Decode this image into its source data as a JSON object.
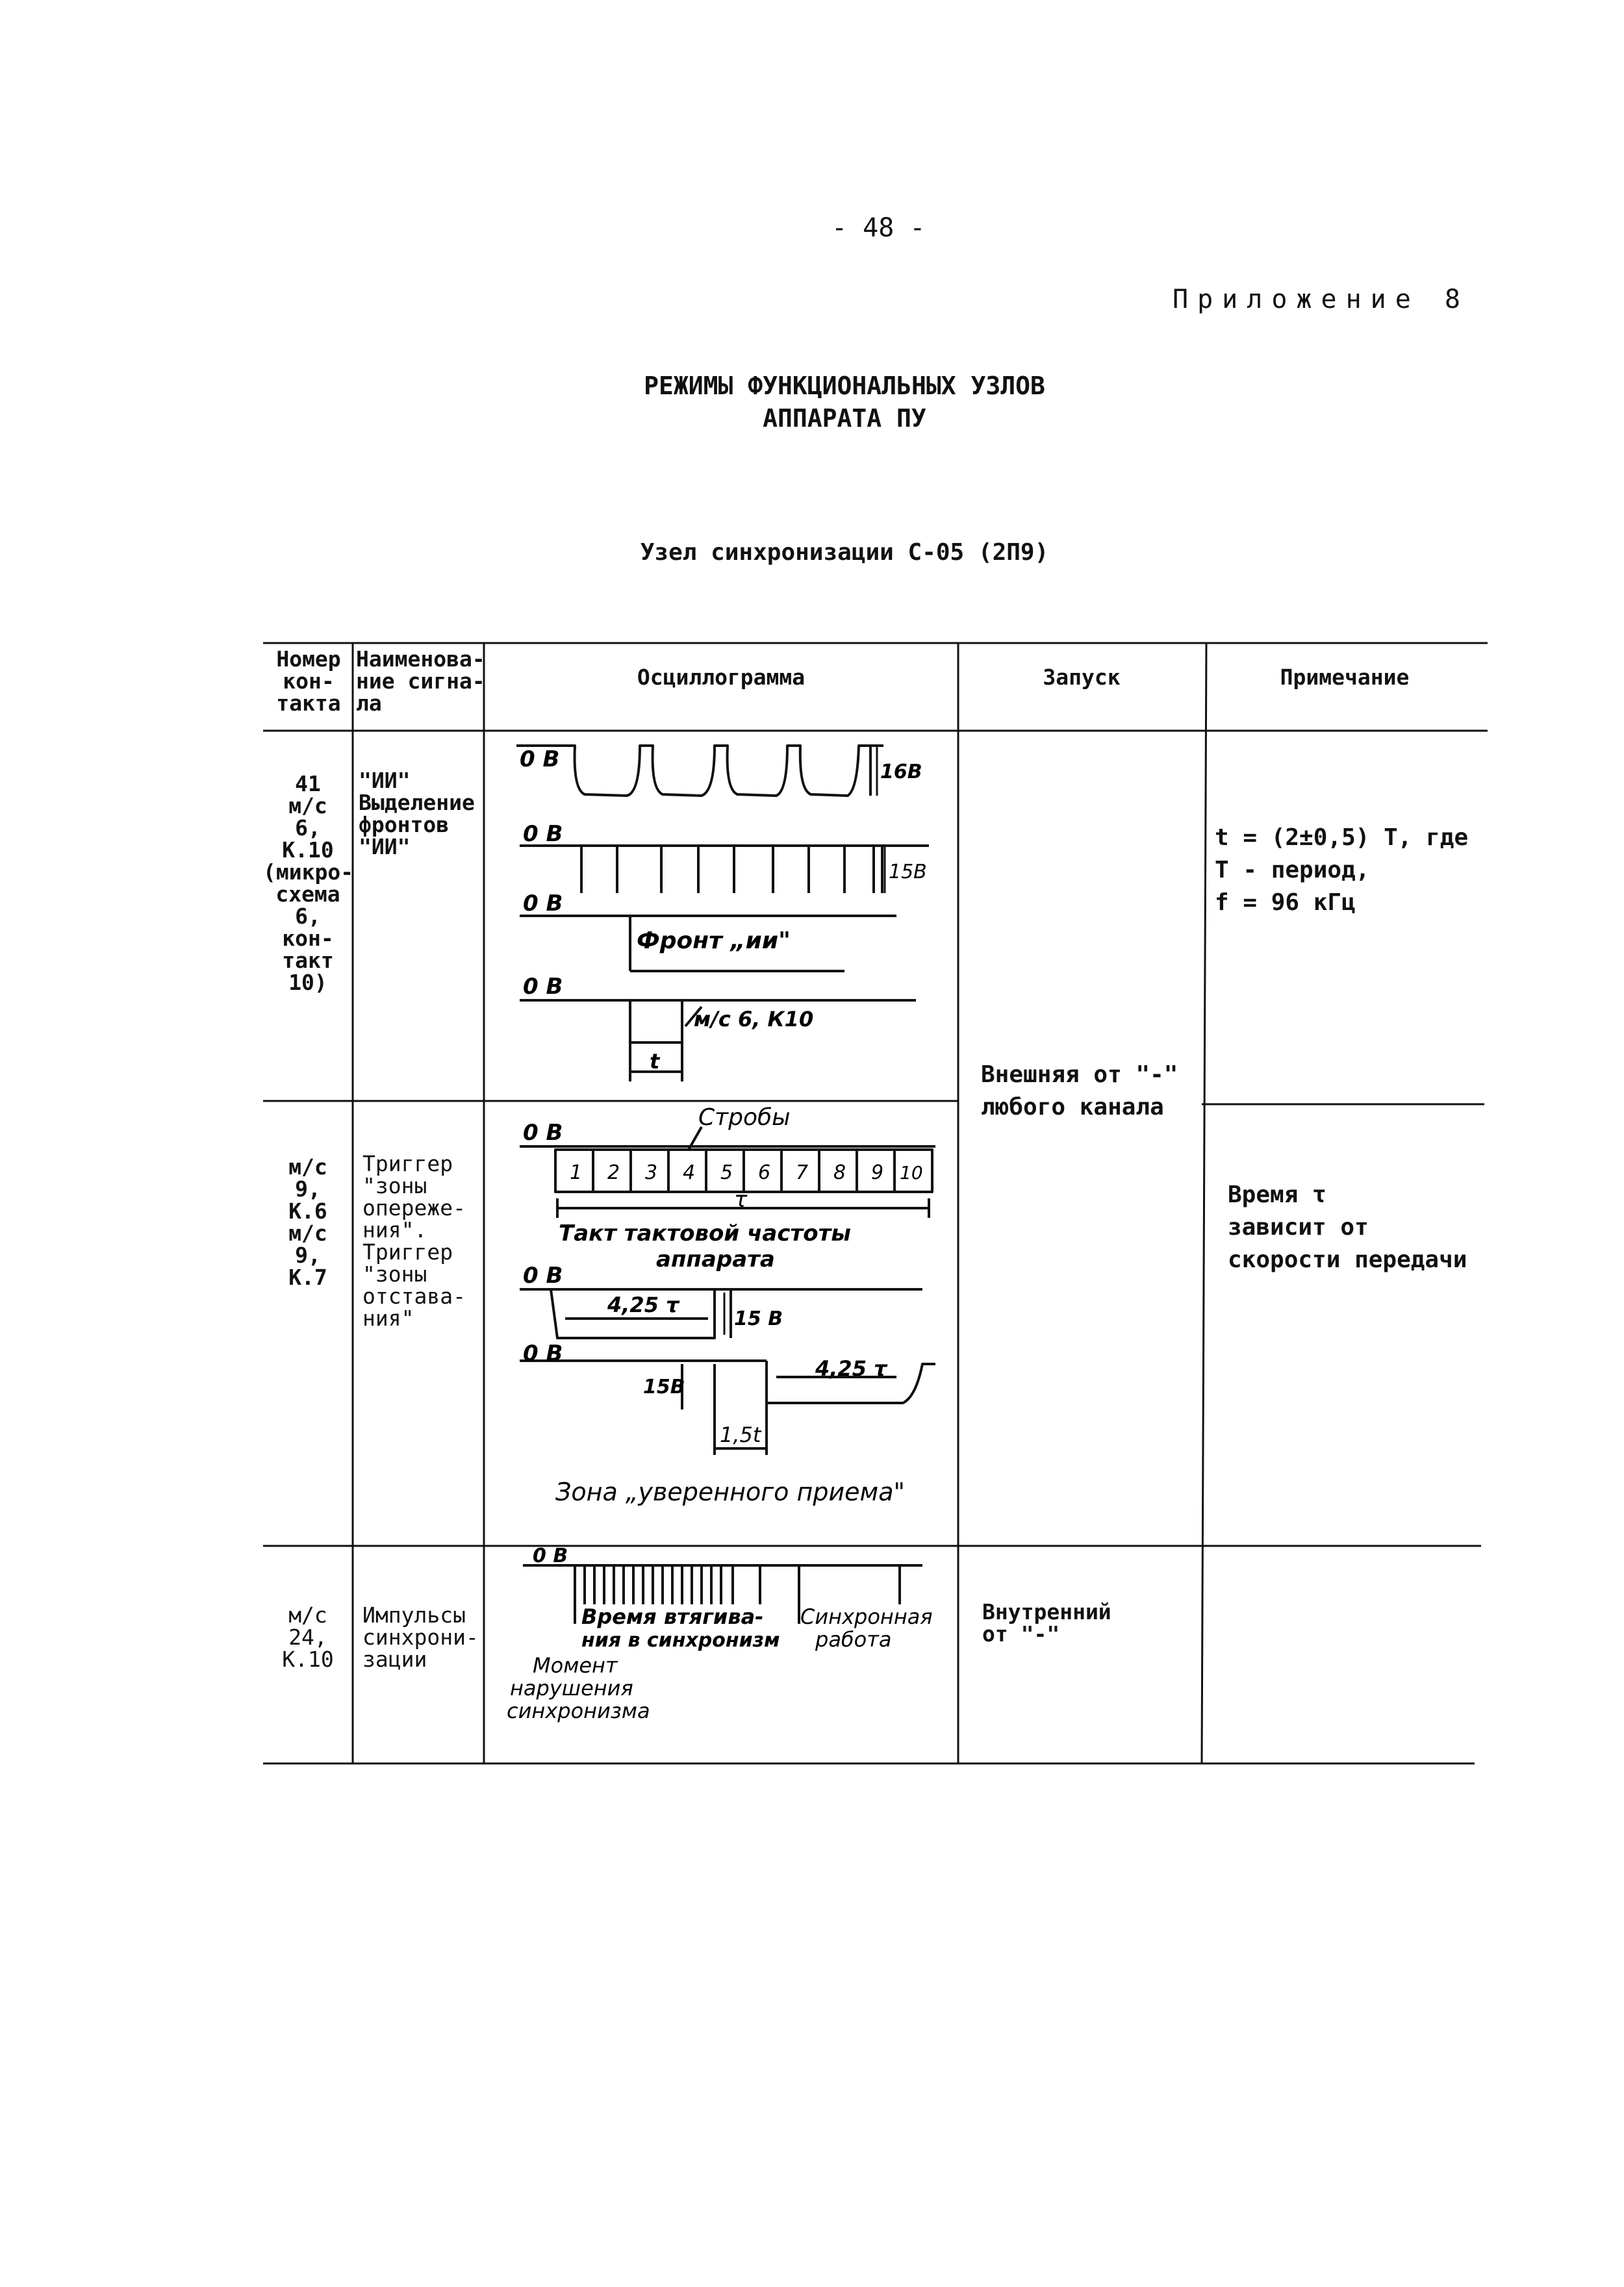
{
  "page_number": "- 48 -",
  "appendix": "Приложение 8",
  "title_line1": "РЕЖИМЫ ФУНКЦИОНАЛЬНЫХ УЗЛОВ",
  "title_line2": "АППАРАТА ПУ",
  "subtitle": "Узел синхронизации С-05 (2П9)",
  "table": {
    "headers": {
      "contact": "Номер\nкон-\nтакта",
      "signal": "Наименова-\nние сигна-\nла",
      "oscillogram": "Осциллограмма",
      "trigger": "Запуск",
      "note": "Примечание"
    },
    "rows": [
      {
        "contact": "41\nм/с\n6,\nК.10\n(микро-\nсхема\n6,\nкон-\nтакт\n10)",
        "signal": "\"ИИ\"\nВыделение\nфронтов\n\"ИИ\"",
        "note": "t = (2±0,5) Т, где\nТ - период,\nf = 96 кГц"
      },
      {
        "contact": "м/с\n9,\nК.6\nм/с\n9,\nК.7",
        "signal": "Триггер\n\"зоны\nопереже-\nния\".\nТриггер\n\"зоны\nотставa-\nния\"",
        "note": "Время τ\nзависит от\nскорости передачи"
      },
      {
        "contact": "м/с\n24,\nК.10",
        "signal": "Импульсы\nсинхрони-\nзации",
        "trigger": "Внутренний\nот \"-\"",
        "note": ""
      }
    ],
    "trigger_merged": "Внешняя от \"-\"\nлюбого канала"
  },
  "oscillograms": {
    "row1": {
      "zero": "0 В",
      "amp1": "16В",
      "amp2": "15В",
      "front_label": "Фронт „ии\"",
      "ms_label": "м/с 6, К10",
      "t_label": "t"
    },
    "row2": {
      "zero": "0 В",
      "strobes": "Стробы",
      "cells": [
        "1",
        "2",
        "3",
        "4",
        "5",
        "6",
        "7",
        "8",
        "9",
        "10"
      ],
      "tau": "τ",
      "clock_line1": "Такт тактовой частоты",
      "clock_line2": "аппарата",
      "lead_width": "4,25 τ",
      "amp15a": "15 В",
      "amp15b": "15В",
      "lag_width": "4,25 τ",
      "window": "1,5t",
      "zone_label": "Зона „уверенного приема\""
    },
    "row3": {
      "zero": "0 В",
      "pull_in_line1": "Время втягива-",
      "pull_in_line2": "ния в синхронизм",
      "sync_line1": "Синхронная",
      "sync_line2": "работа",
      "moment_line1": "Момент",
      "moment_line2": "нарушения",
      "moment_line3": "синхронизма"
    }
  }
}
